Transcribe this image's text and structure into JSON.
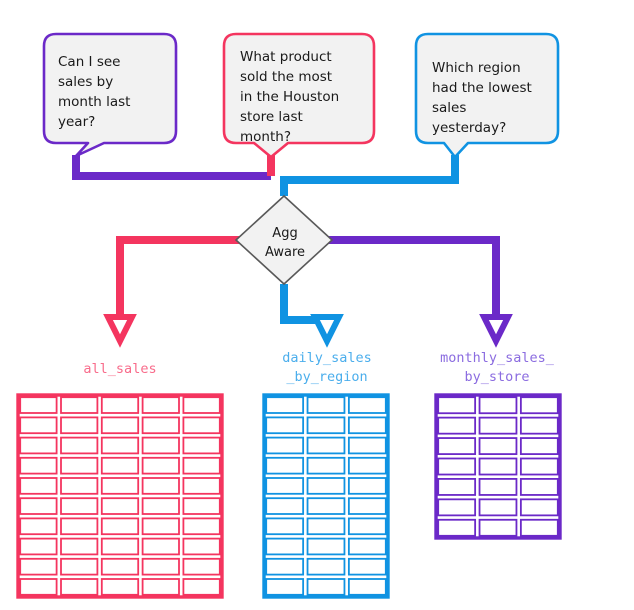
{
  "diagram": {
    "title": "Agg Aware routing diagram",
    "colors": {
      "purple": "#6B29C8",
      "pink": "#F4355F",
      "blue": "#1093E2",
      "bubble_fill": "#F2F2F2",
      "diamond_fill": "#F2F2F2",
      "diamond_stroke": "#595959",
      "text": "#1a1a1a",
      "page_background": "#ffffff"
    },
    "questions": [
      {
        "id": "question-month-sales",
        "color": "#6B29C8",
        "lines": [
          "Can I see",
          "sales by",
          "month last",
          "year?"
        ],
        "text": "Can I see sales by month last year?"
      },
      {
        "id": "question-houston-product",
        "color": "#F4355F",
        "lines": [
          "What product",
          "sold the most",
          "in the Houston",
          "store last",
          "month?"
        ],
        "text": "What product sold the most in the Houston store last month?"
      },
      {
        "id": "question-lowest-region",
        "color": "#1093E2",
        "lines": [
          "Which region",
          "had the lowest",
          "sales",
          "yesterday?"
        ],
        "text": "Which region had the lowest sales yesterday?"
      }
    ],
    "decision": {
      "id": "agg-aware-node",
      "lines": [
        "Agg",
        "Aware"
      ],
      "text": "Agg Aware"
    },
    "tables": [
      {
        "id": "table-all-sales",
        "color": "#F4355F",
        "label_lines": [
          "all_sales"
        ],
        "label": "all_sales",
        "columns": 5,
        "rows": 10
      },
      {
        "id": "table-daily-sales-by-region",
        "color": "#1093E2",
        "label_lines": [
          "daily_sales",
          "_by_region"
        ],
        "label": "daily_sales_by_region",
        "columns": 3,
        "rows": 10
      },
      {
        "id": "table-monthly-sales-by-store",
        "color": "#6B29C8",
        "label_lines": [
          "monthly_sales_",
          "by_store"
        ],
        "label": "monthly_sales_by_store",
        "columns": 3,
        "rows": 7
      }
    ]
  }
}
